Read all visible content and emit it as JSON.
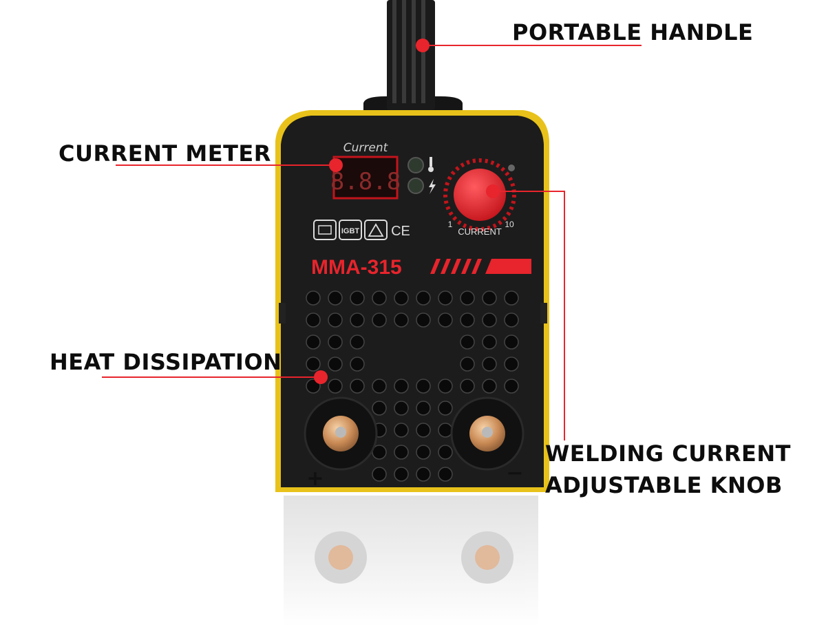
{
  "callouts": {
    "handle": "PORTABLE HANDLE",
    "meter": "CURRENT METER",
    "heat": "HEAT DISSIPATION",
    "knob_line1": "WELDING CURRENT",
    "knob_line2": "ADJUSTABLE KNOB"
  },
  "device": {
    "display_label": "Current",
    "display_value": "8.8.8",
    "knob_label": "CURRENT",
    "knob_min": "1",
    "knob_max": "10",
    "cert_igbt": "IGBT",
    "cert_ce": "CE",
    "model": "MMA-315",
    "terminal_pos": "+",
    "terminal_neg": "−"
  },
  "colors": {
    "accent_red": "#e8242c",
    "housing_yellow": "#e8c21a",
    "panel_black": "#1c1c1c"
  }
}
